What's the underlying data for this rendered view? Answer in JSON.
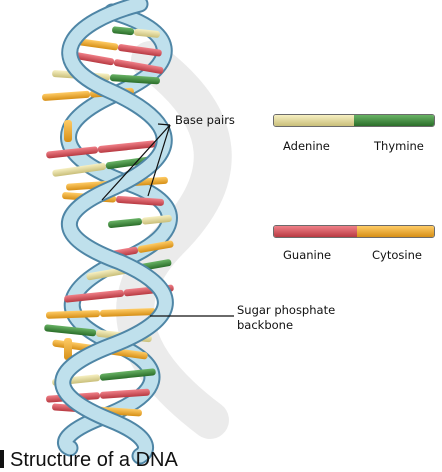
{
  "labels": {
    "base_pairs": "Base pairs",
    "backbone_line1": "Sugar phosphate",
    "backbone_line2": "backbone"
  },
  "legend": [
    {
      "left": "Adenine",
      "right": "Thymine",
      "left_color": "#ece3a6",
      "right_color": "#3f8f3c"
    },
    {
      "left": "Guanine",
      "right": "Cytosine",
      "left_color": "#e0555d",
      "right_color": "#f2b033"
    }
  ],
  "caption": "Structure of a DNA",
  "colors": {
    "backbone": "#b6dcea",
    "backbone_edge": "#4f86a6",
    "adenine": "#ece3a6",
    "thymine": "#3f8f3c",
    "guanine": "#e0555d",
    "cytosine": "#f2b033"
  }
}
